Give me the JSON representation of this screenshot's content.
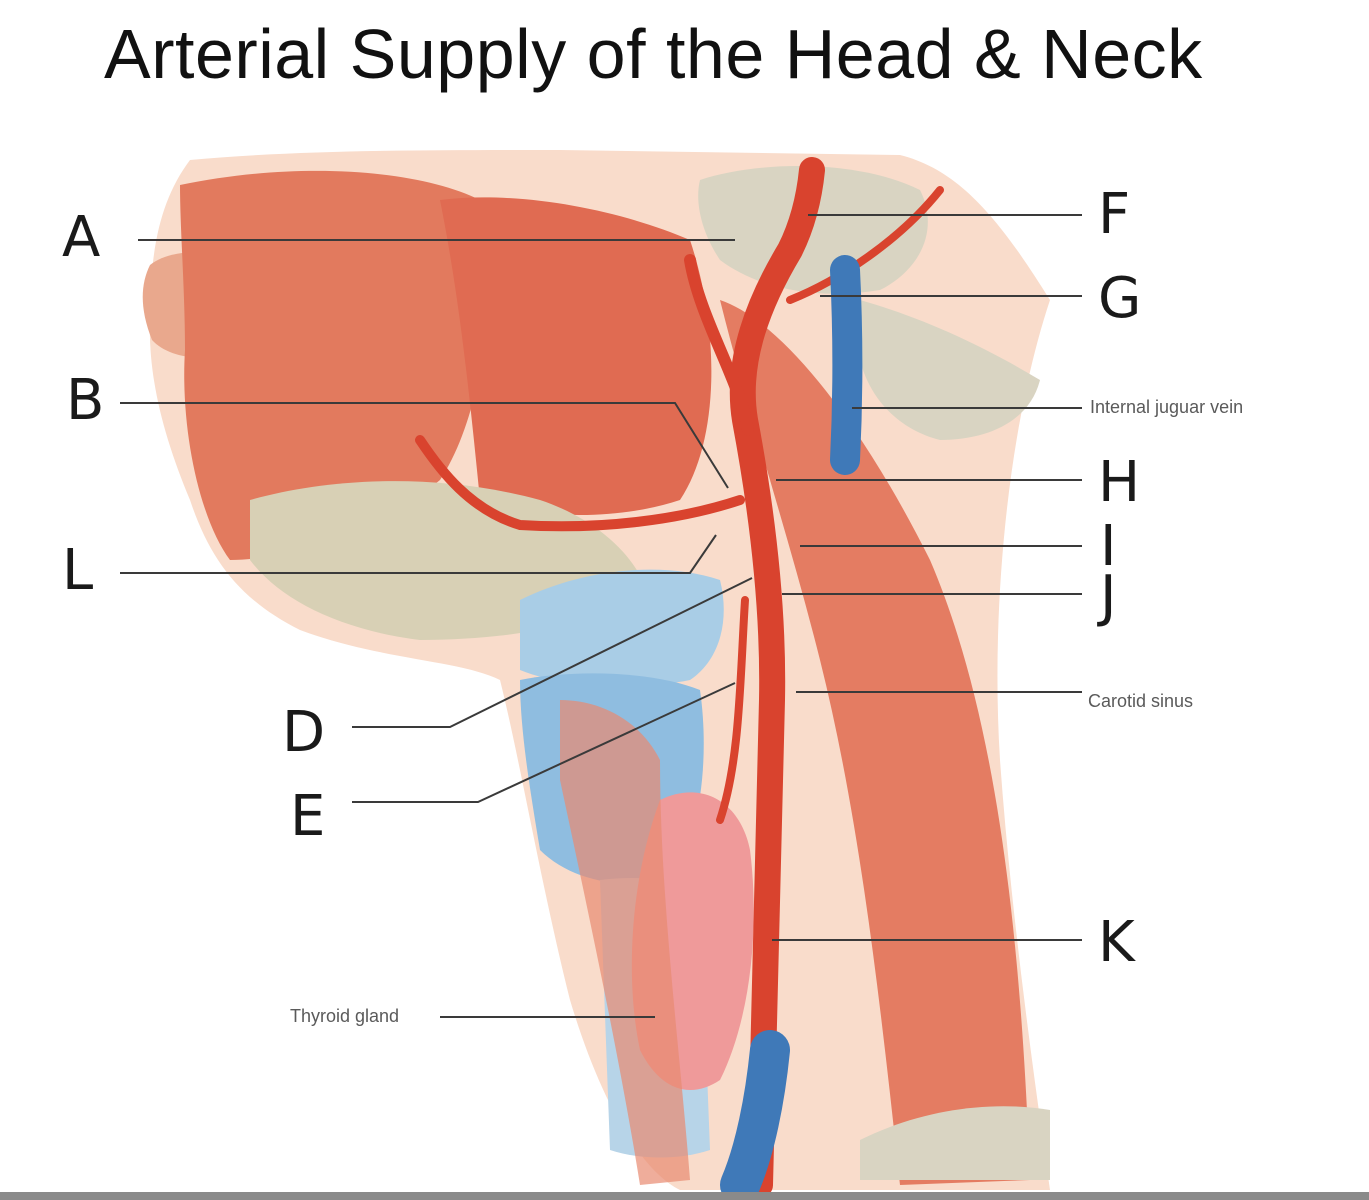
{
  "title": "Arterial Supply of the Head & Neck",
  "letter_labels": [
    "A",
    "B",
    "L",
    "D",
    "E",
    "F",
    "G",
    "H",
    "I",
    "J",
    "K"
  ],
  "structure_labels": [
    "Internal juguar vein",
    "Carotid sinus",
    "Thyroid gland"
  ],
  "colors": {
    "skin": "#f9dccb",
    "muscle": "#e2735a",
    "artery": "#d9432e",
    "vein": "#3f79b8",
    "cartilage": "#93c1e2",
    "bone": "#d6d1bf",
    "thyroid": "#ef9a9a"
  }
}
